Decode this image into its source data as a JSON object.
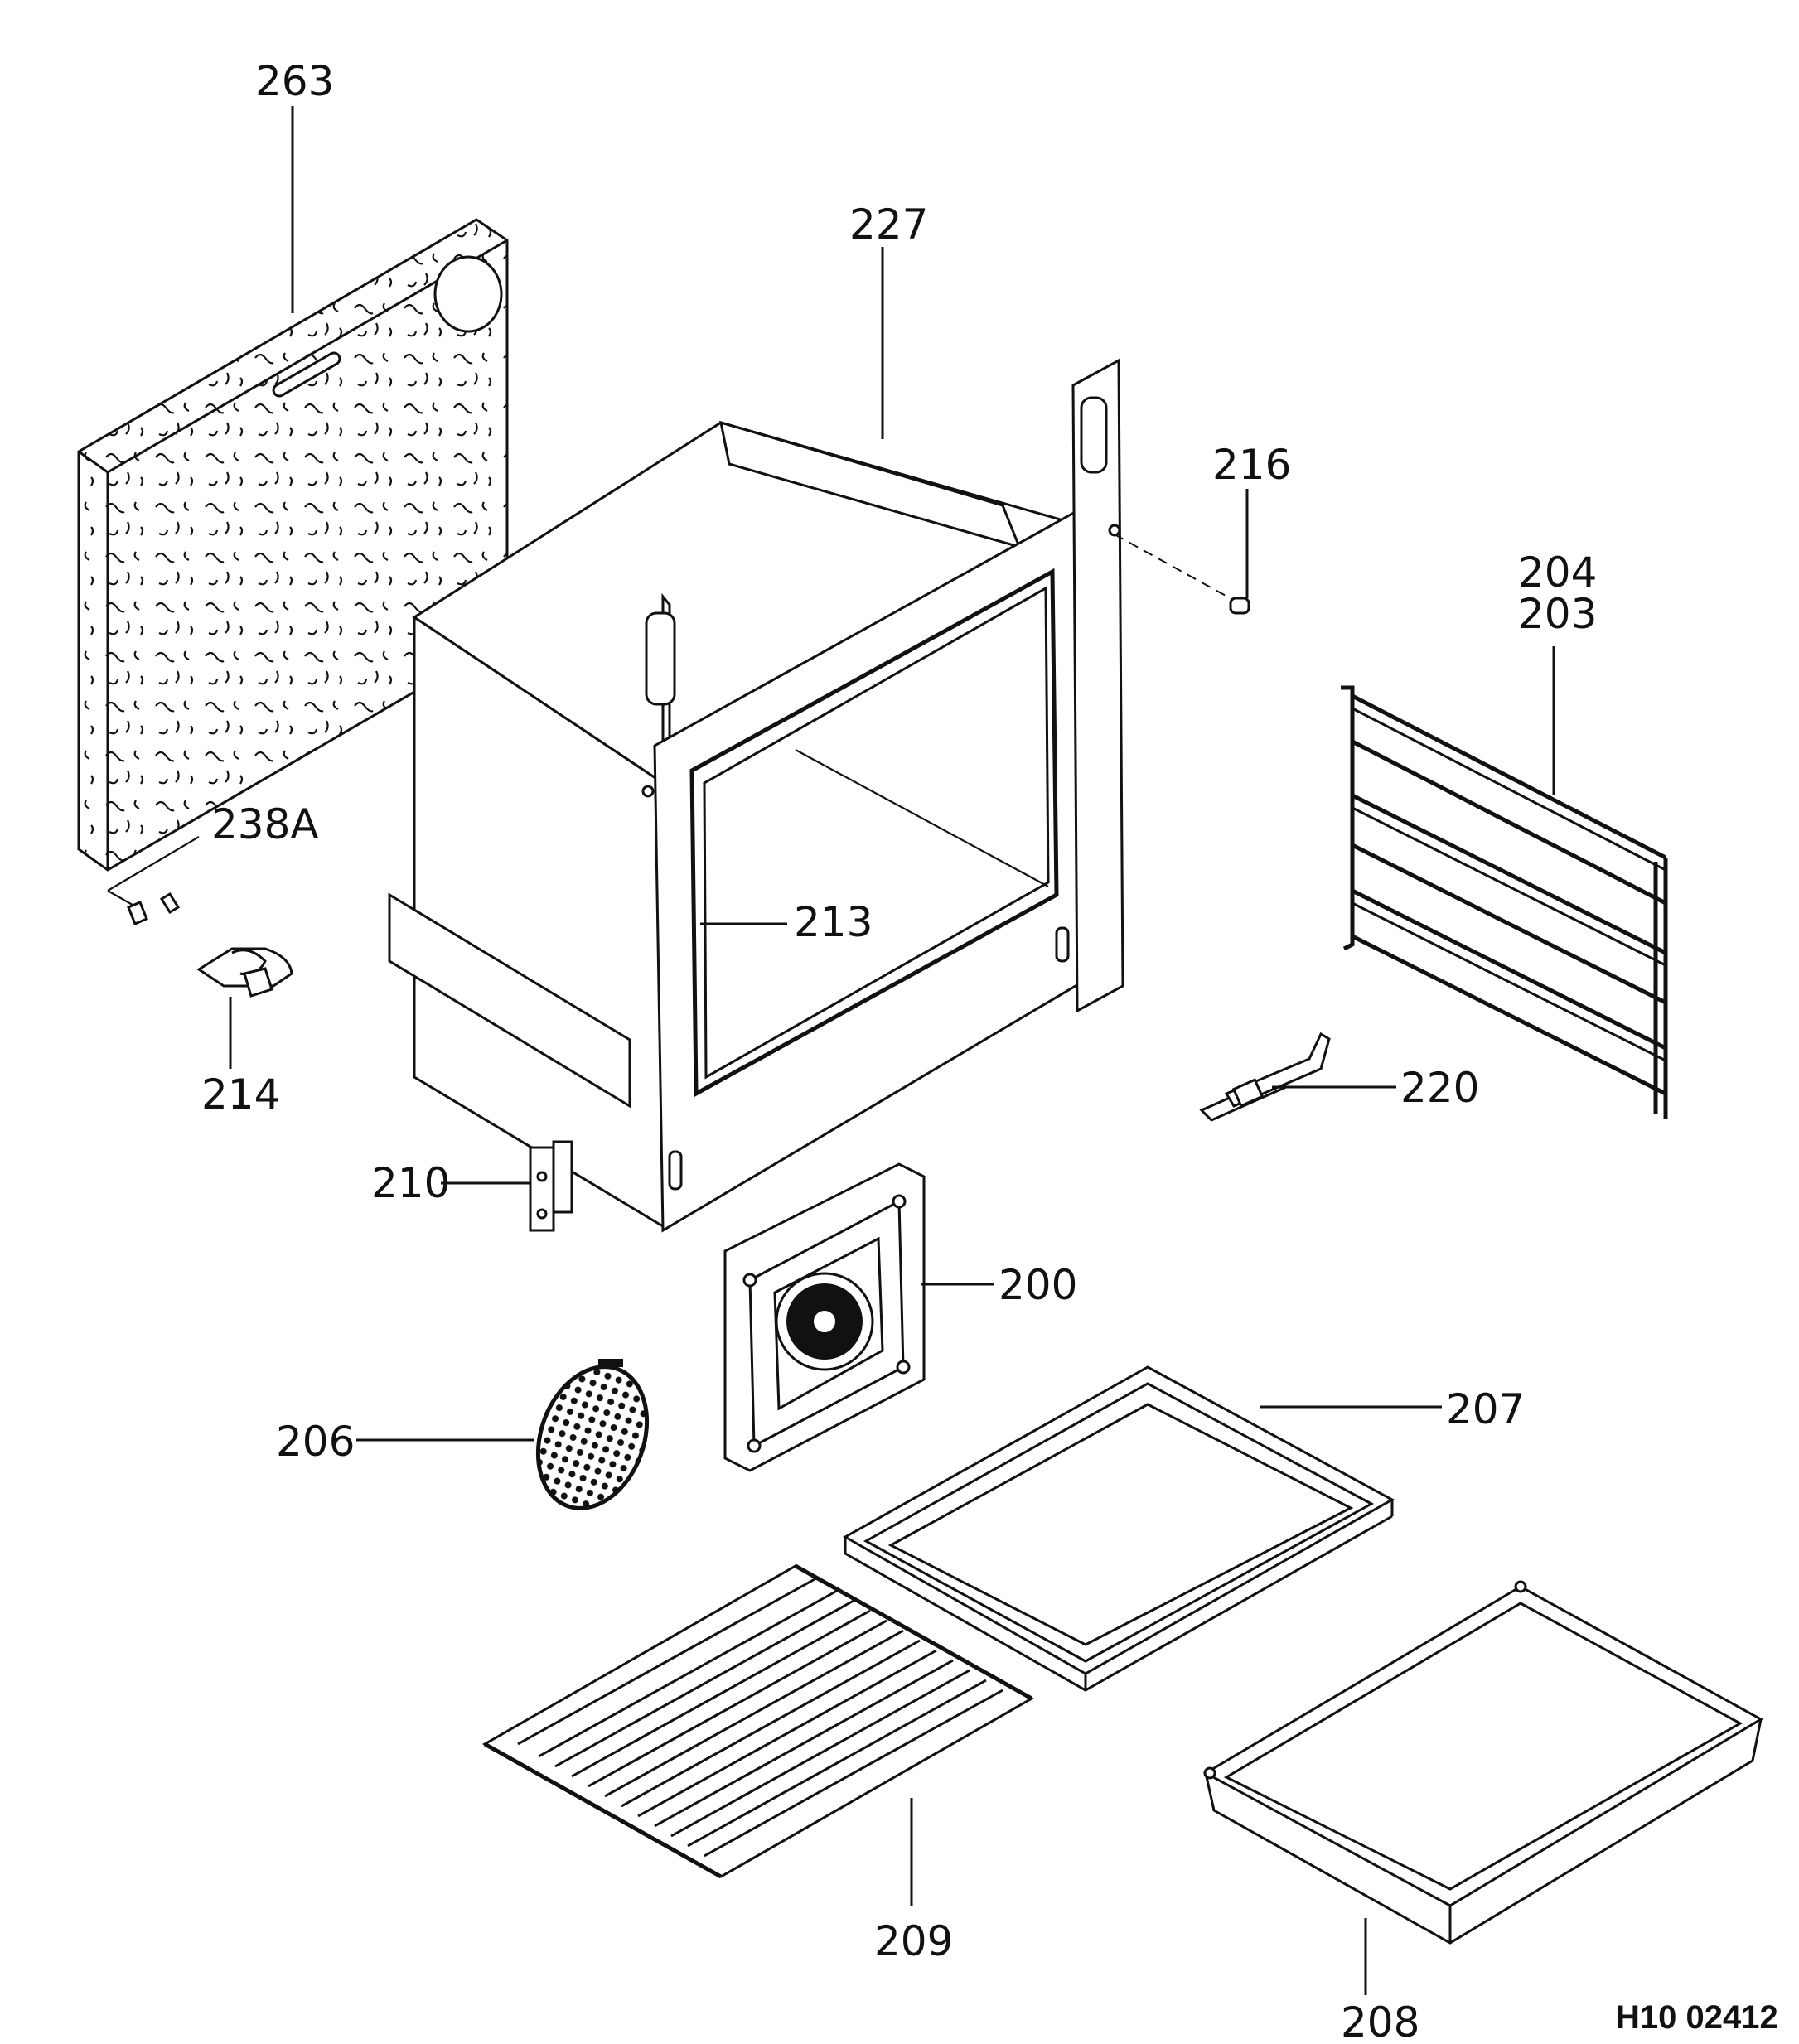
{
  "callouts": {
    "c263": "263",
    "c227": "227",
    "c216": "216",
    "c204": "204",
    "c203": "203",
    "c238a": "238A",
    "c213": "213",
    "c214": "214",
    "c220": "220",
    "c210": "210",
    "c200": "200",
    "c207": "207",
    "c206": "206",
    "c209": "209",
    "c208": "208"
  },
  "drawing_code": "H10 02412"
}
